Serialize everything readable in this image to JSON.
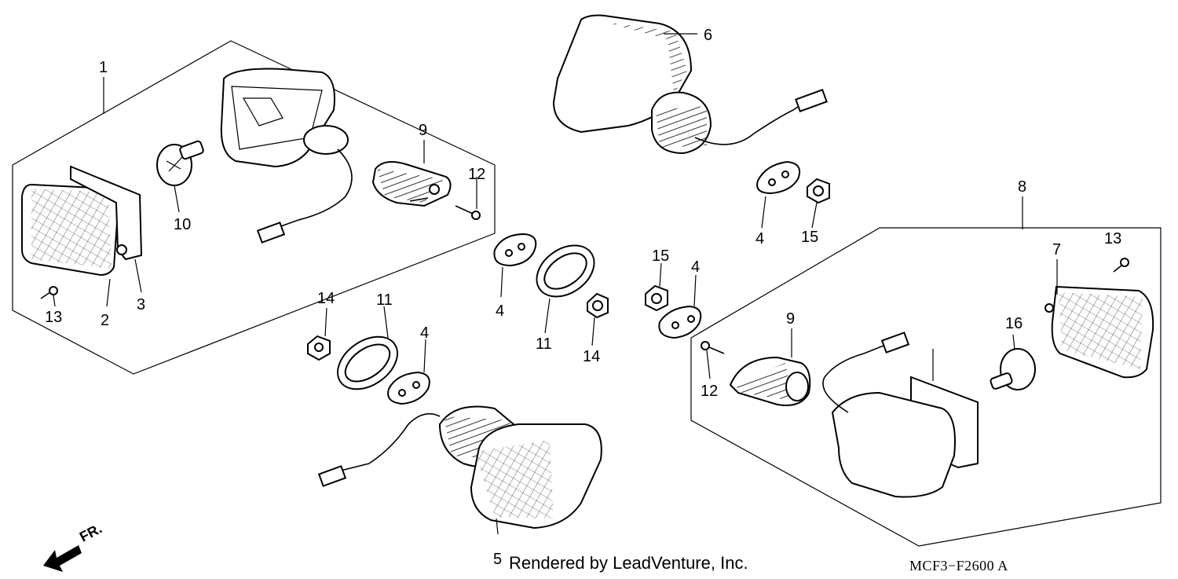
{
  "callouts": [
    "1",
    "2",
    "3",
    "4",
    "5",
    "6",
    "7",
    "8",
    "9",
    "10",
    "11",
    "12",
    "13",
    "14",
    "15",
    "16"
  ],
  "footer": {
    "credit": "Rendered by LeadVenture, Inc.",
    "diagram_code": "MCF3−F2600 A",
    "direction_label": "FR."
  }
}
